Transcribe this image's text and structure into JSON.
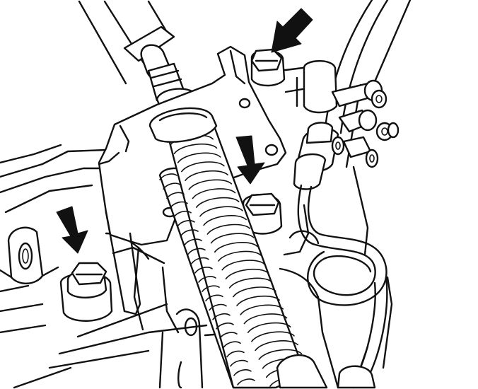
{
  "figure": {
    "style": "black line-art technical illustration",
    "colors": {
      "ink": "#111111",
      "paper": "#ffffff"
    },
    "callout_arrows": [
      {
        "name": "arrow-top-right",
        "points_to": "bracket-bolt-upper"
      },
      {
        "name": "arrow-center",
        "points_to": "bracket-bolt-middle"
      },
      {
        "name": "arrow-left",
        "points_to": "bracket-bolt-lower-left"
      }
    ],
    "parts": [
      "gear-shift-cable",
      "cable-bracket",
      "fuel-line",
      "transmission-housing",
      "pipe-fittings"
    ]
  }
}
